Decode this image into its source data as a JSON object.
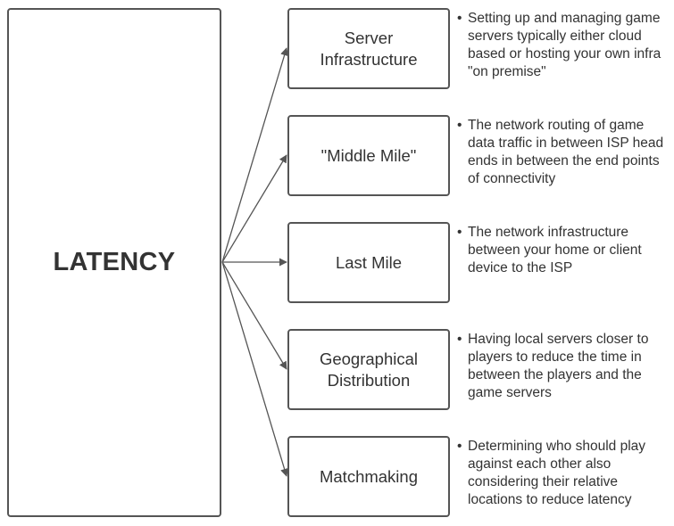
{
  "main": {
    "title": "LATENCY"
  },
  "categories": [
    {
      "label": "Server Infrastructure",
      "description": "Setting up and managing game servers typically either cloud based or hosting your own infra \"on premise\""
    },
    {
      "label": "\"Middle Mile\"",
      "description": "The network routing of game data traffic in between ISP head ends in between the end points of connectivity"
    },
    {
      "label": "Last Mile",
      "description": "The network infrastructure between your home or client device to the ISP"
    },
    {
      "label": "Geographical Distribution",
      "description": "Having local servers closer to players to reduce the time in between the players and the game servers"
    },
    {
      "label": "Matchmaking",
      "description": "Determining who should play against each other also considering their relative locations to reduce latency"
    }
  ],
  "bullet": "•"
}
